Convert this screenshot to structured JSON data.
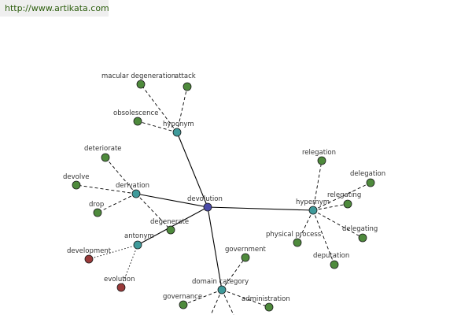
{
  "header": {
    "url": "http://www.artikata.com"
  },
  "colors": {
    "center": "#4a4aa8",
    "relation": "#3f9a9a",
    "word": "#4e8a3c",
    "antonym_word": "#9a3a3a",
    "edge": "#000000",
    "url": "#2d5e0e"
  },
  "graph": {
    "center": {
      "id": "devolution",
      "label": "devolution",
      "kind": "center"
    },
    "relations": [
      {
        "id": "hyponym",
        "label": "hyponym",
        "kind": "relation",
        "words": [
          {
            "id": "macular-degeneration",
            "label": "macular degeneration",
            "kind": "word"
          },
          {
            "id": "attack",
            "label": "attack",
            "kind": "word"
          },
          {
            "id": "obsolescence",
            "label": "obsolescence",
            "kind": "word"
          }
        ]
      },
      {
        "id": "derivation",
        "label": "derivation",
        "kind": "relation",
        "words": [
          {
            "id": "deteriorate",
            "label": "deteriorate",
            "kind": "word"
          },
          {
            "id": "devolve",
            "label": "devolve",
            "kind": "word"
          },
          {
            "id": "drop",
            "label": "drop",
            "kind": "word"
          },
          {
            "id": "degenerate",
            "label": "degenerate",
            "kind": "word"
          }
        ]
      },
      {
        "id": "antonym",
        "label": "antonym",
        "kind": "relation",
        "words": [
          {
            "id": "development",
            "label": "development",
            "kind": "antonym_word"
          },
          {
            "id": "evolution",
            "label": "evolution",
            "kind": "antonym_word"
          }
        ]
      },
      {
        "id": "hypernym",
        "label": "hypernym",
        "kind": "relation",
        "words": [
          {
            "id": "relegation",
            "label": "relegation",
            "kind": "word"
          },
          {
            "id": "delegation",
            "label": "delegation",
            "kind": "word"
          },
          {
            "id": "relegating",
            "label": "relegating",
            "kind": "word"
          },
          {
            "id": "delegating",
            "label": "delegating",
            "kind": "word"
          },
          {
            "id": "physical-process",
            "label": "physical process",
            "kind": "word"
          },
          {
            "id": "deputation",
            "label": "deputation",
            "kind": "word"
          }
        ]
      },
      {
        "id": "domain-category",
        "label": "domain category",
        "kind": "relation",
        "words": [
          {
            "id": "government",
            "label": "government",
            "kind": "word"
          },
          {
            "id": "governance",
            "label": "governance",
            "kind": "word"
          },
          {
            "id": "administration",
            "label": "administration",
            "kind": "word"
          }
        ]
      }
    ]
  }
}
